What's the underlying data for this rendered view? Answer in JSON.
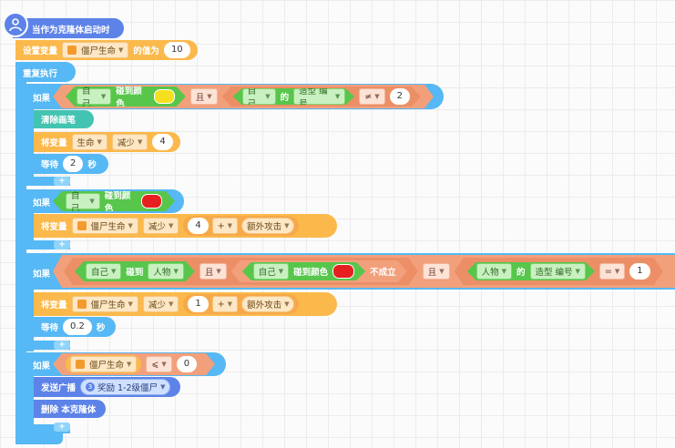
{
  "hat": {
    "label": "当作为克隆体启动时",
    "icon": "clone-user-icon"
  },
  "set_var": {
    "label": "设置变量",
    "var": "僵尸生命",
    "of_label": "的值为",
    "value": "10"
  },
  "repeat": {
    "label": "重复执行"
  },
  "if1": {
    "if_label": "如果",
    "self": "自己",
    "touch_color": "碰到颜色",
    "color": "#f5e020",
    "and": "且",
    "self2": "自己",
    "of": "的",
    "prop": "造型 编号",
    "op": "≠",
    "value": "2",
    "clear": "清除画笔",
    "change_label": "将变量",
    "change_var": "生命",
    "change_op": "减少",
    "change_val": "4",
    "wait_label": "等待",
    "wait_val": "2",
    "wait_unit": "秒"
  },
  "if2": {
    "if_label": "如果",
    "self": "自己",
    "touch_color": "碰到颜色",
    "color": "#e62020",
    "change_label": "将变量",
    "change_var": "僵尸生命",
    "change_op": "减少",
    "num": "4",
    "plus": "+",
    "extra": "额外攻击"
  },
  "if3": {
    "if_label": "如果",
    "self": "自己",
    "touch": "碰到",
    "target": "人物",
    "and": "且",
    "self2": "自己",
    "touch_color": "碰到颜色",
    "color": "#e62020",
    "not": "不成立",
    "and2": "且",
    "target2": "人物",
    "of": "的",
    "prop": "造型 编号",
    "op": "=",
    "value": "1",
    "change_label": "将变量",
    "change_var": "僵尸生命",
    "change_op": "减少",
    "num": "1",
    "plus": "+",
    "extra": "额外攻击",
    "wait_label": "等待",
    "wait_val": "0.2",
    "wait_unit": "秒"
  },
  "if4": {
    "if_label": "如果",
    "var": "僵尸生命",
    "op": "⩽",
    "value": "0",
    "broadcast_label": "发送广播",
    "broadcast_msg": "奖励 1-2级僵尸",
    "delete_label": "删除 本克隆体"
  },
  "colors": {
    "event": "#5d83e8",
    "control": "#56b8f4",
    "variable": "#fbb94c",
    "sensing": "#57c64b",
    "operator": "#f2a07b",
    "pen": "#43c4b2"
  }
}
